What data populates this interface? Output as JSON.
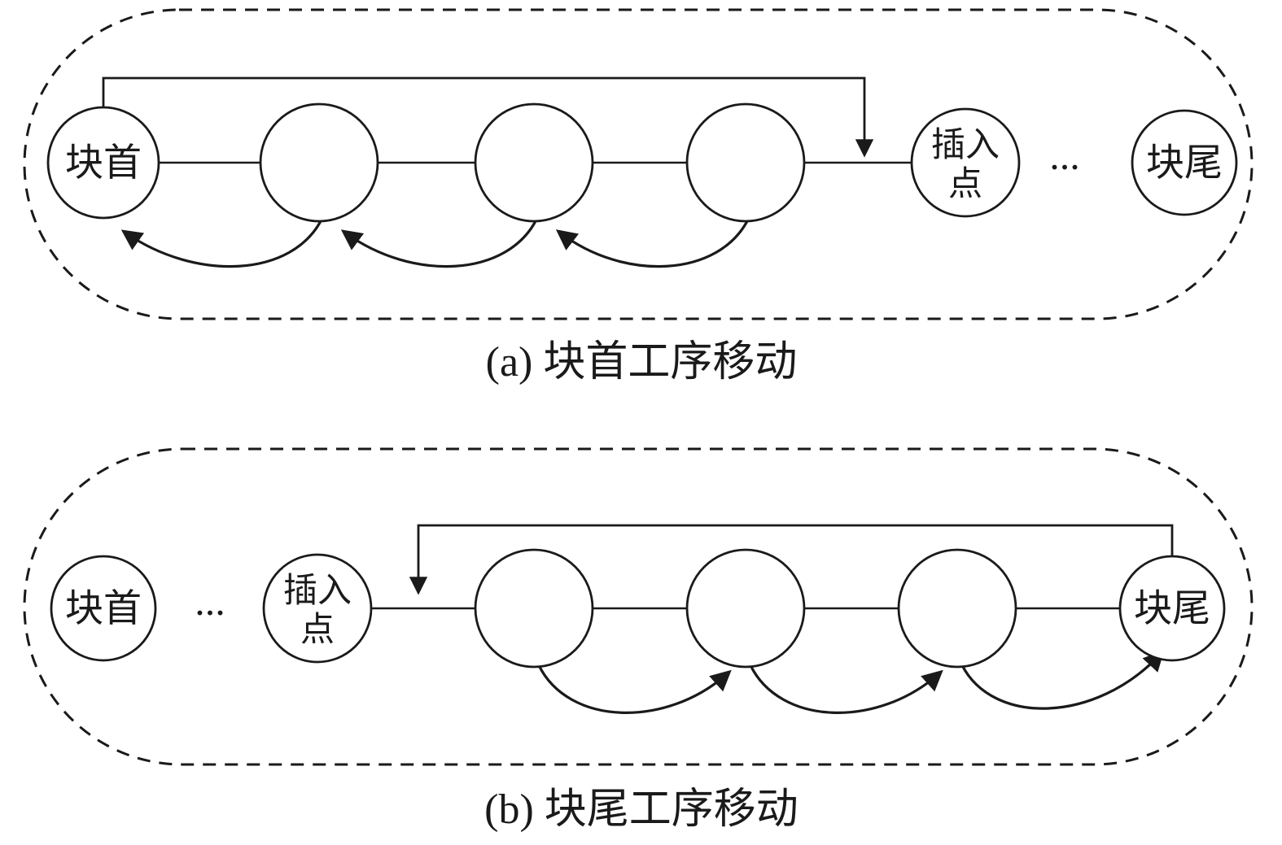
{
  "figure": {
    "colors": {
      "line": "#1a1a1a",
      "background": "#ffffff"
    },
    "diagram_a": {
      "caption": "(a) 块首工序移动",
      "nodes": {
        "head": "块首",
        "insert_line1": "插入",
        "insert_line2": "点",
        "ellipsis": "...",
        "tail": "块尾"
      }
    },
    "diagram_b": {
      "caption": "(b) 块尾工序移动",
      "nodes": {
        "head": "块首",
        "ellipsis": "...",
        "insert_line1": "插入",
        "insert_line2": "点",
        "tail": "块尾"
      }
    }
  }
}
